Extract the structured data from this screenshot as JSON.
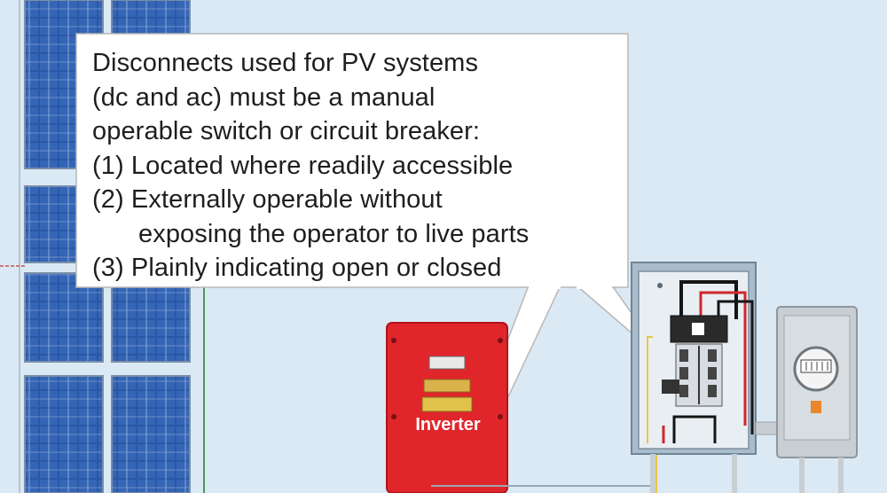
{
  "callout": {
    "line1": "Disconnects used for PV systems",
    "line2": "(dc and ac) must be a manual",
    "line3": "operable switch or circuit breaker:",
    "item1": "(1) Located where readily accessible",
    "item2a": "(2) Externally operable without",
    "item2b": "exposing the operator to live parts",
    "item3": "(3) Plainly indicating open or closed"
  },
  "inverter": {
    "label": "Inverter"
  },
  "colors": {
    "background": "#dbe9f5",
    "panel_cell": "#2f5aa8",
    "inverter_red": "#e0262b",
    "callout_fill": "#ffffff",
    "box_gray": "#c9ced3"
  }
}
